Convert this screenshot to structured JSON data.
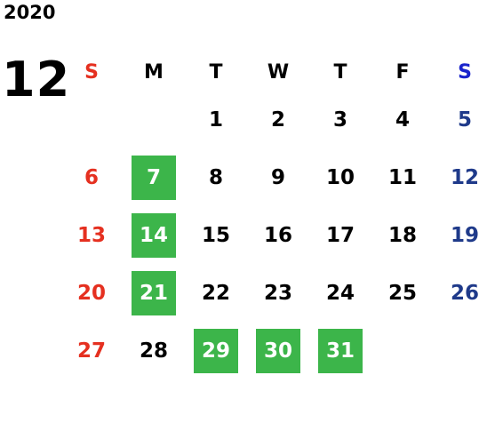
{
  "calendar": {
    "year": "2020",
    "month": "12",
    "weekdays": [
      "S",
      "M",
      "T",
      "W",
      "T",
      "F",
      "S"
    ],
    "highlight_color": "#3cb54a",
    "sunday_color": "#e53020",
    "saturday_color": "#1f3a8a",
    "weeks": [
      [
        {
          "day": "",
          "highlight": false
        },
        {
          "day": "",
          "highlight": false
        },
        {
          "day": "1",
          "highlight": false
        },
        {
          "day": "2",
          "highlight": false
        },
        {
          "day": "3",
          "highlight": false
        },
        {
          "day": "4",
          "highlight": false
        },
        {
          "day": "5",
          "highlight": false
        }
      ],
      [
        {
          "day": "6",
          "highlight": false
        },
        {
          "day": "7",
          "highlight": true
        },
        {
          "day": "8",
          "highlight": false
        },
        {
          "day": "9",
          "highlight": false
        },
        {
          "day": "10",
          "highlight": false
        },
        {
          "day": "11",
          "highlight": false
        },
        {
          "day": "12",
          "highlight": false
        }
      ],
      [
        {
          "day": "13",
          "highlight": false
        },
        {
          "day": "14",
          "highlight": true
        },
        {
          "day": "15",
          "highlight": false
        },
        {
          "day": "16",
          "highlight": false
        },
        {
          "day": "17",
          "highlight": false
        },
        {
          "day": "18",
          "highlight": false
        },
        {
          "day": "19",
          "highlight": false
        }
      ],
      [
        {
          "day": "20",
          "highlight": false
        },
        {
          "day": "21",
          "highlight": true
        },
        {
          "day": "22",
          "highlight": false
        },
        {
          "day": "23",
          "highlight": false
        },
        {
          "day": "24",
          "highlight": false
        },
        {
          "day": "25",
          "highlight": false
        },
        {
          "day": "26",
          "highlight": false
        }
      ],
      [
        {
          "day": "27",
          "highlight": false
        },
        {
          "day": "28",
          "highlight": false
        },
        {
          "day": "29",
          "highlight": true
        },
        {
          "day": "30",
          "highlight": true
        },
        {
          "day": "31",
          "highlight": true
        },
        {
          "day": "",
          "highlight": false
        },
        {
          "day": "",
          "highlight": false
        }
      ]
    ]
  }
}
